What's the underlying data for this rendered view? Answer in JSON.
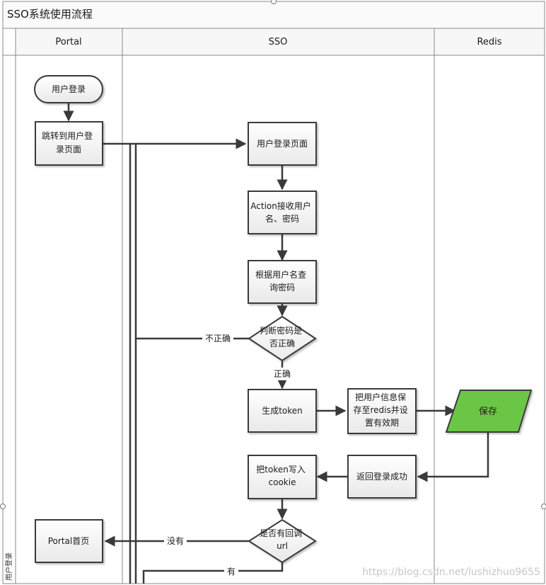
{
  "diagram": {
    "title": "SSO系统使用流程",
    "phase_label": "用户登录",
    "watermark": "https://blog.csdn.net/lushizhuo9655",
    "lanes": [
      {
        "id": "portal",
        "label": "Portal"
      },
      {
        "id": "sso",
        "label": "SSO"
      },
      {
        "id": "redis",
        "label": "Redis"
      }
    ],
    "nodes": {
      "start": {
        "shape": "terminator",
        "lines": [
          "用户登录"
        ]
      },
      "redirect": {
        "shape": "process",
        "lines": [
          "跳转到用户登",
          "录页面"
        ]
      },
      "login_page": {
        "shape": "process",
        "lines": [
          "用户登录页面"
        ]
      },
      "action": {
        "shape": "process",
        "lines": [
          "Action接收用户",
          "名、密码"
        ]
      },
      "query": {
        "shape": "process",
        "lines": [
          "根据用户名查",
          "询密码"
        ]
      },
      "check": {
        "shape": "decision",
        "lines": [
          "判断密码是",
          "否正确"
        ]
      },
      "gen_token": {
        "shape": "process",
        "lines": [
          "生成token"
        ]
      },
      "save_info": {
        "shape": "process",
        "lines": [
          "把用户信息保",
          "存至redis并设",
          "置有效期"
        ]
      },
      "store": {
        "shape": "data",
        "lines": [
          "保存"
        ],
        "fill": "#6cc644"
      },
      "return_ok": {
        "shape": "process",
        "lines": [
          "返回登录成功"
        ]
      },
      "write_cookie": {
        "shape": "process",
        "lines": [
          "把token写入",
          "cookie"
        ]
      },
      "callback": {
        "shape": "decision",
        "lines": [
          "是否有回调",
          "url"
        ]
      },
      "home": {
        "shape": "process",
        "lines": [
          "Portal首页"
        ]
      }
    },
    "edge_labels": {
      "wrong": "不正确",
      "right": "正确",
      "no": "没有",
      "yes": "有"
    }
  }
}
